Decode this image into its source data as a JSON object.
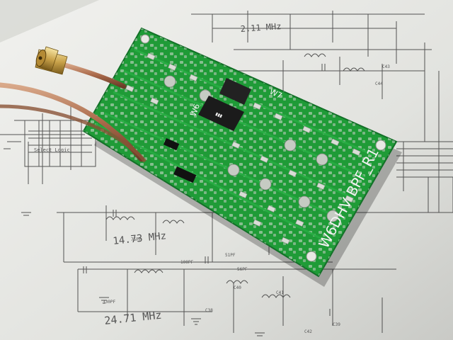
{
  "photo": {
    "description_tags": [
      "pcb-board",
      "coax-cable",
      "sma-connector",
      "schematic-paper"
    ]
  },
  "schematic": {
    "freq_top": "2.11 MHz",
    "freq_mid": "14.73 MHz",
    "freq_bottom": "24.71 MHz",
    "select_logic": "Select Logic",
    "cap_labels": [
      "C40",
      "C41",
      "C42",
      "C43",
      "C44",
      "C38",
      "C39"
    ],
    "value_labels": [
      "75PF",
      "56PF",
      "330PF",
      "100PF",
      "51PF"
    ]
  },
  "pcb": {
    "silkscreen": "W6DHV BPF_R1",
    "ref_w6": "W6",
    "ref_w7": "W7",
    "color_board": "#1f9b37",
    "color_trace": "#27ad42"
  }
}
